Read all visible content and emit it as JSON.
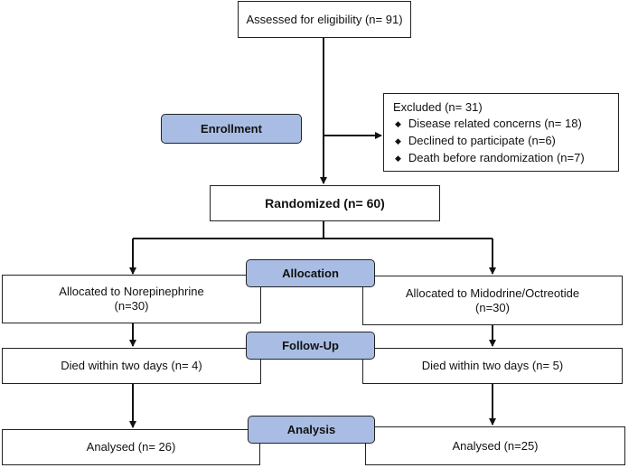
{
  "stages": {
    "enrollment": "Enrollment",
    "allocation": "Allocation",
    "follow_up": "Follow-Up",
    "analysis": "Analysis"
  },
  "assessed": "Assessed for eligibility (n= 91)",
  "excluded": {
    "title": "Excluded (n= 31)",
    "reasons": [
      "Disease related concerns (n= 18)",
      "Declined to participate (n=6)",
      "Death before randomization (n=7)"
    ]
  },
  "randomized": "Randomized (n= 60)",
  "arms": {
    "left": {
      "allocated_line1": "Allocated to Norepinephrine",
      "allocated_line2": "(n=30)",
      "died": "Died within two days (n= 4)",
      "analysed": "Analysed (n= 26)"
    },
    "right": {
      "allocated_line1": "Allocated to Midodrine/Octreotide",
      "allocated_line2": "(n=30)",
      "died": "Died within two days (n= 5)",
      "analysed": "Analysed (n=25)"
    }
  }
}
